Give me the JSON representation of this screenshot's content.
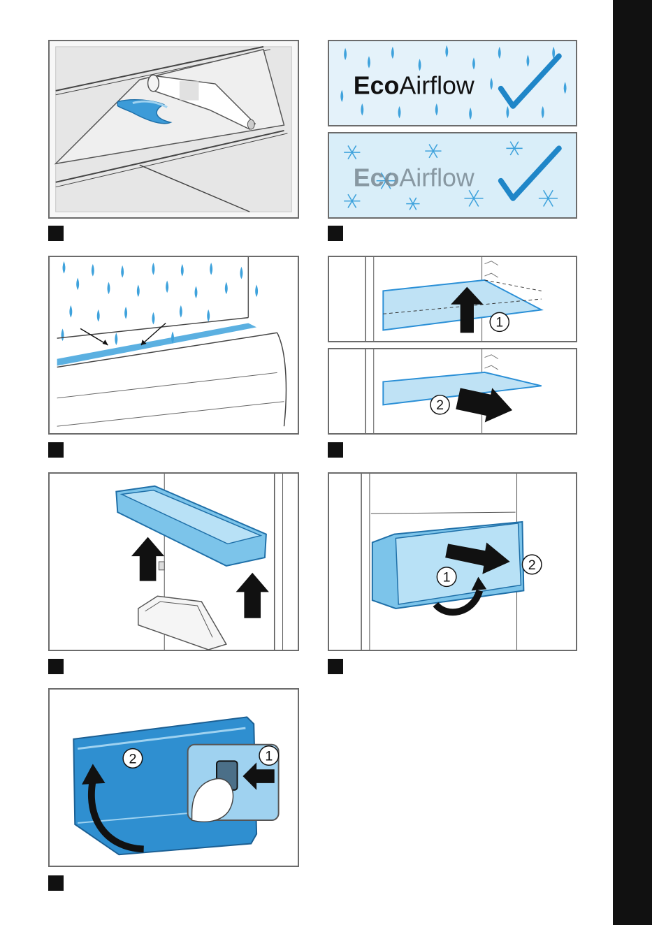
{
  "colors": {
    "accent_blue": "#2a8fd6",
    "light_blue": "#a8d8f2",
    "frame_gray": "#6b6b6b",
    "side_tab": "#111111"
  },
  "figures": [
    {
      "id": "bottle-holder",
      "marker_label": ""
    },
    {
      "id": "ecoairflow",
      "marker_label": ""
    },
    {
      "id": "condensation",
      "marker_label": ""
    },
    {
      "id": "shelf-removal",
      "marker_label": ""
    },
    {
      "id": "door-rack",
      "marker_label": ""
    },
    {
      "id": "drawer-removal",
      "marker_label": ""
    },
    {
      "id": "freezer-drawer",
      "marker_label": ""
    }
  ],
  "ecoairflow": {
    "brand_prefix": "Eco",
    "brand_suffix": "Airflow",
    "states": [
      "rain-icon",
      "snowflake-icon"
    ],
    "status_icon": "checkmark-icon"
  },
  "steps": {
    "lift": "1",
    "pull": "2"
  }
}
